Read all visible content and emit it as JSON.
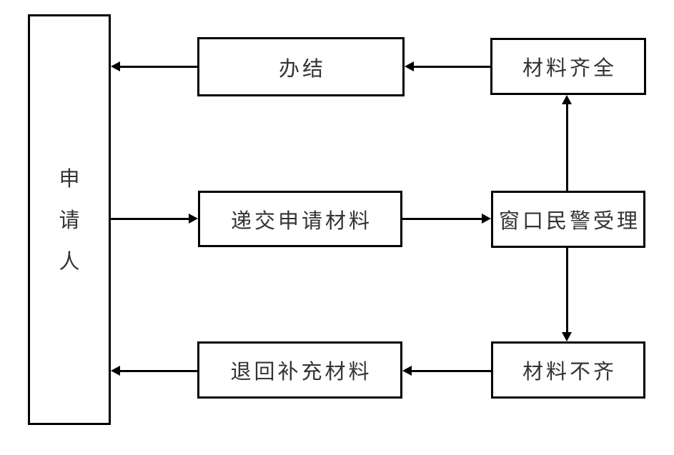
{
  "diagram": {
    "type": "flowchart",
    "background_color": "#ffffff",
    "border_color": "#000000",
    "text_color": "#333333",
    "nodes": {
      "applicant": {
        "label": "申请人"
      },
      "complete": {
        "label": "办结"
      },
      "materials_complete": {
        "label": "材料齐全"
      },
      "submit_materials": {
        "label": "递交申请材料"
      },
      "window_police_accept": {
        "label": "窗口民警受理"
      },
      "return_for_supplement": {
        "label": "退回补充材料"
      },
      "materials_incomplete": {
        "label": "材料不齐"
      }
    },
    "edges": [
      {
        "from": "申请人",
        "to": "递交申请材料"
      },
      {
        "from": "递交申请材料",
        "to": "窗口民警受理"
      },
      {
        "from": "窗口民警受理",
        "to": "材料齐全"
      },
      {
        "from": "材料齐全",
        "to": "办结"
      },
      {
        "from": "办结",
        "to": "申请人"
      },
      {
        "from": "窗口民警受理",
        "to": "材料不齐"
      },
      {
        "from": "材料不齐",
        "to": "退回补充材料"
      },
      {
        "from": "退回补充材料",
        "to": "申请人"
      }
    ]
  }
}
